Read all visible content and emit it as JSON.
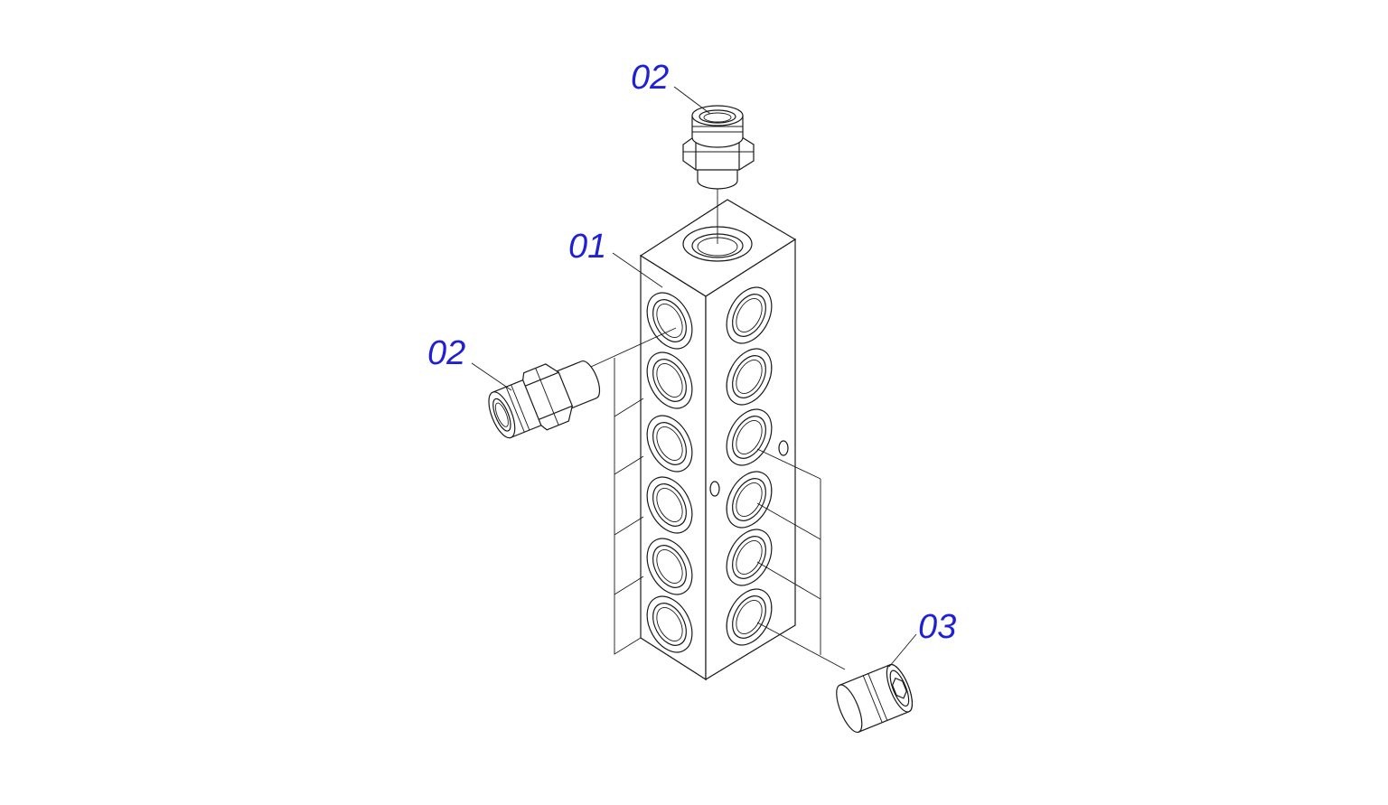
{
  "callouts": {
    "top_fitting": "02",
    "block": "01",
    "side_fitting": "02",
    "plug": "03"
  },
  "colors": {
    "callout": "#1f1fd6",
    "line": "#1a1a1a",
    "background": "#ffffff"
  }
}
